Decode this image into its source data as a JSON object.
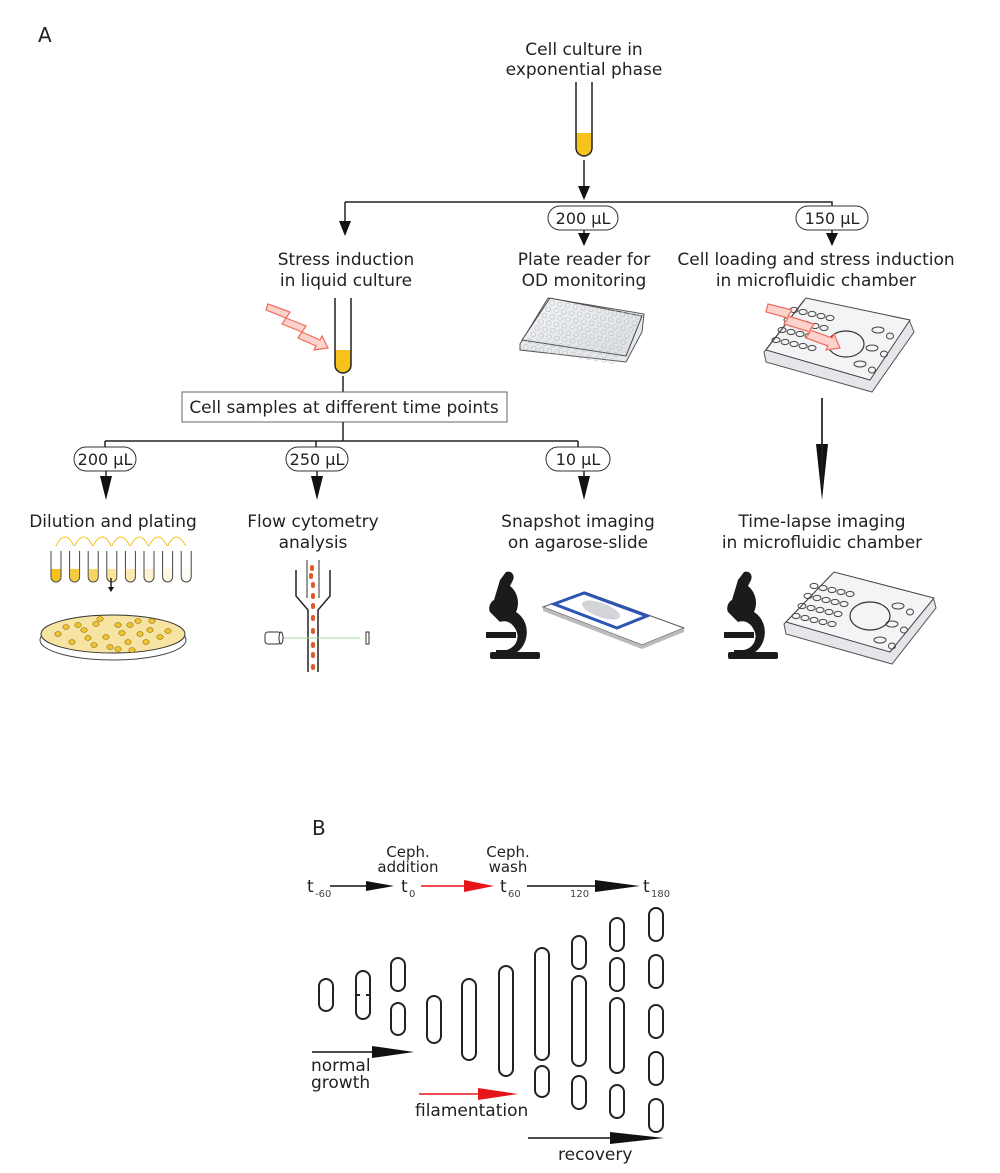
{
  "panel_a": {
    "label": "A",
    "start": {
      "line1": "Cell culture in",
      "line2": "exponential phase"
    },
    "branches": {
      "stress_liquid": {
        "line1": "Stress induction",
        "line2": "in liquid culture"
      },
      "plate_reader": {
        "volume": "200 µL",
        "line1": "Plate reader for",
        "line2": "OD monitoring"
      },
      "microfluidic_loading": {
        "volume": "150 µL",
        "line1": "Cell loading and stress induction",
        "line2": "in microfluidic chamber"
      }
    },
    "sampling_box": "Cell samples at different time points",
    "outputs": {
      "plating": {
        "volume": "200 µL",
        "line1": "Dilution and plating"
      },
      "flow": {
        "volume": "250 µL",
        "line1": "Flow cytometry",
        "line2": "analysis"
      },
      "snapshot": {
        "volume": "10 µL",
        "line1": "Snapshot imaging",
        "line2": "on agarose-slide"
      },
      "timelapse": {
        "line1": "Time-lapse imaging",
        "line2": "in microfluidic chamber"
      }
    },
    "colors": {
      "culture": "#f5c31c",
      "stress_arrow": "#f26b5b",
      "slide_frame": "#2d55b4",
      "flow_cells": "#e05a26",
      "laser": "#9fd89f"
    }
  },
  "panel_b": {
    "label": "B",
    "timeline": {
      "events": [
        {
          "name": "Ceph.",
          "name2": "addition"
        },
        {
          "name": "Ceph.",
          "name2": "wash"
        }
      ],
      "points": [
        {
          "t": "t",
          "sub": "-60"
        },
        {
          "t": "t",
          "sub": "0"
        },
        {
          "t": "t",
          "sub": "60"
        },
        {
          "t": "",
          "sub": "120"
        },
        {
          "t": "t",
          "sub": "180"
        }
      ]
    },
    "phases": {
      "normal": {
        "line1": "normal",
        "line2": "growth"
      },
      "filamentation": "filamentation",
      "recovery": "recovery"
    },
    "colors": {
      "stress": "#e8141b",
      "normal": "#111111"
    }
  }
}
